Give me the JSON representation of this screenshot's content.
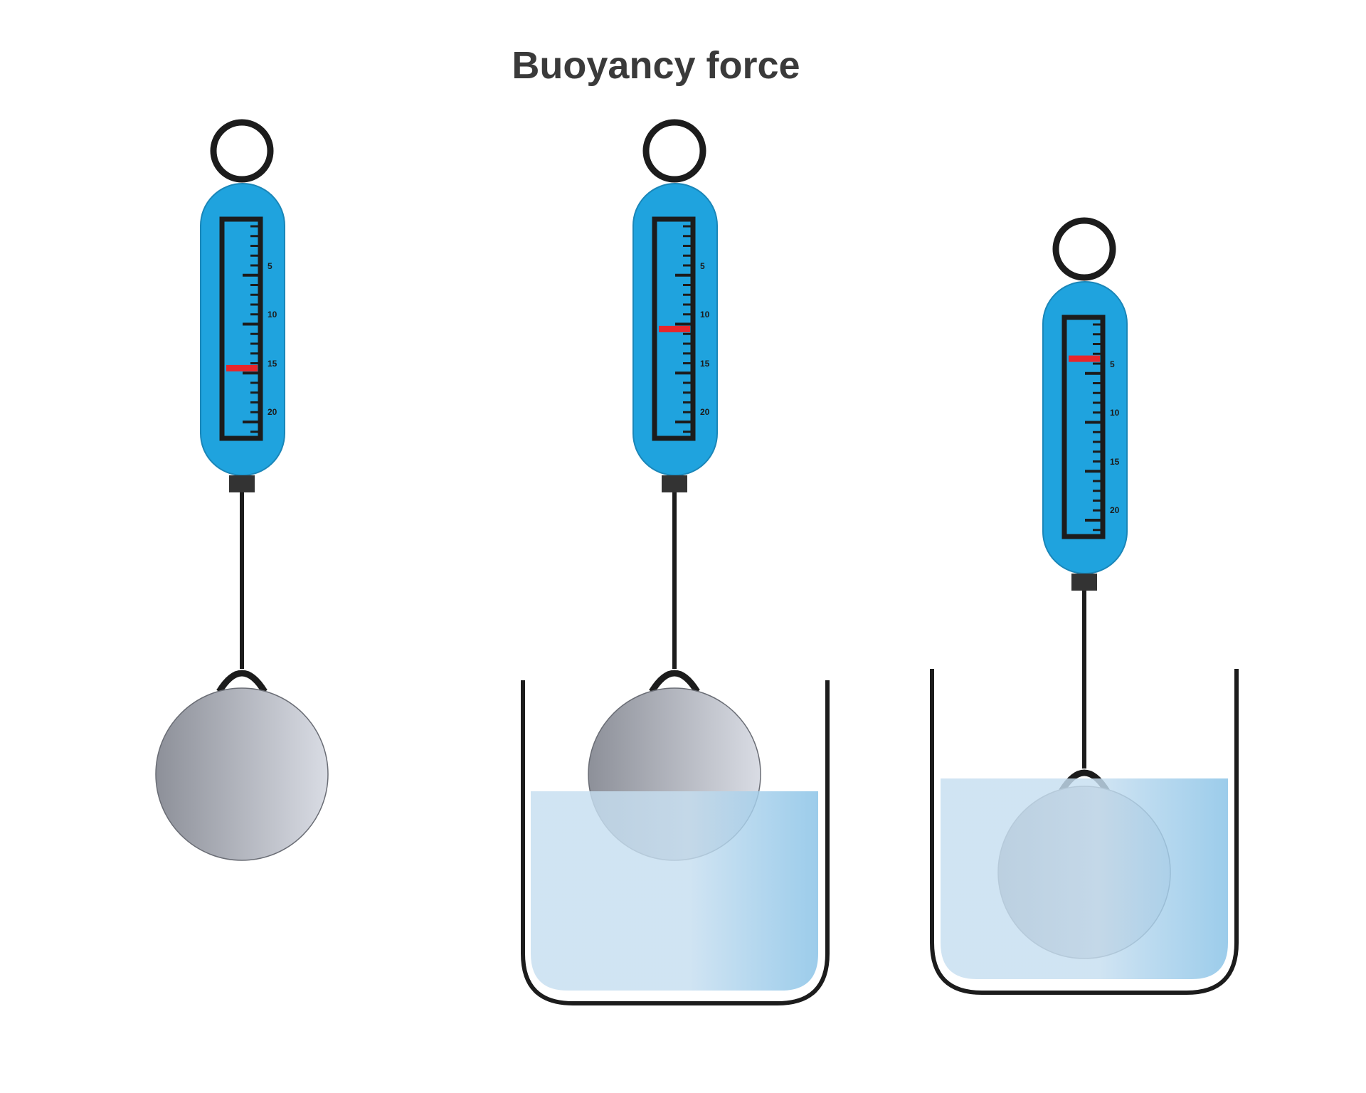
{
  "title": "Buoyancy force",
  "scale_labels": [
    "5",
    "10",
    "15",
    "20"
  ],
  "colors": {
    "title": "#3a3a3a",
    "scale_body": "#1fa3de",
    "outline": "#222222",
    "scale_window": "#1fa3de",
    "pointer": "#e8262a",
    "water_light": "#c6def0",
    "water_dark": "#86c1e6",
    "ball_dark": "#8d9099",
    "ball_light": "#d9dce4",
    "beaker": "#222222"
  },
  "scenes": [
    {
      "name": "in-air",
      "scale_reading": 14.5,
      "container": "none",
      "immersion": "none"
    },
    {
      "name": "partially-submerged",
      "scale_reading": 10.5,
      "container": "beaker",
      "immersion": "partial"
    },
    {
      "name": "fully-submerged",
      "scale_reading": 3.5,
      "container": "beaker",
      "immersion": "full"
    }
  ]
}
